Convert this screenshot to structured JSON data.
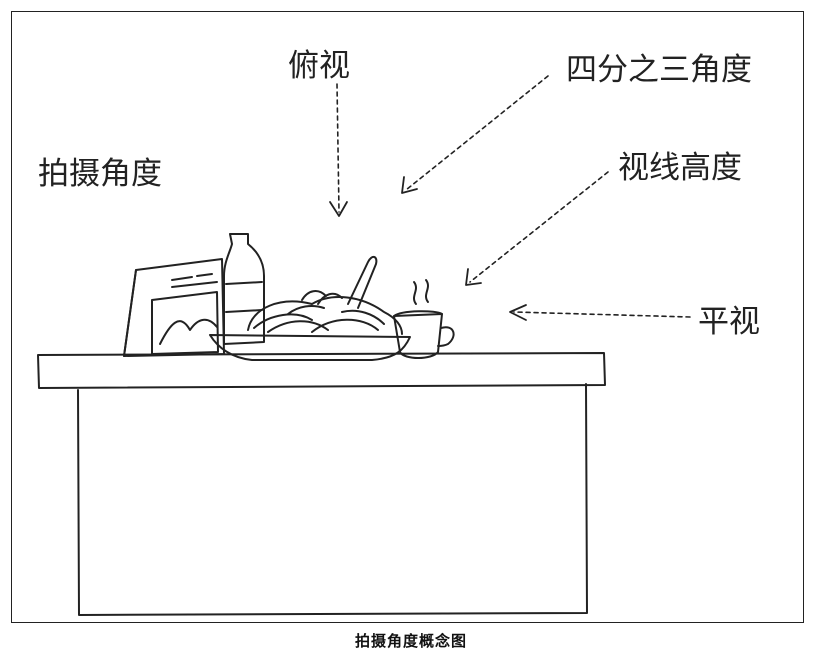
{
  "labels": {
    "main": "拍摄角度",
    "top": "俯视",
    "three_quarter": "四分之三角度",
    "eye_level": "视线高度",
    "flat": "平视"
  },
  "caption": "拍摄角度概念图"
}
